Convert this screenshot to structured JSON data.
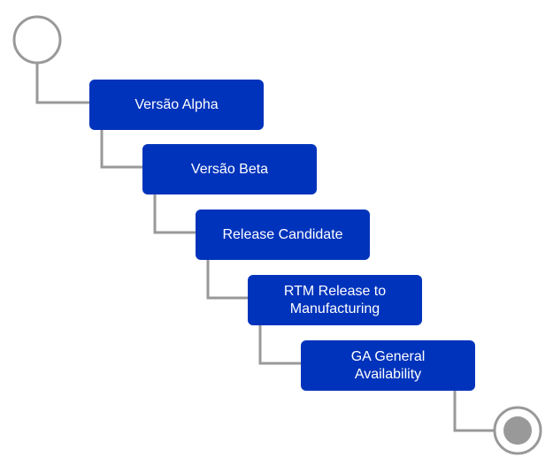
{
  "colors": {
    "stage_fill": "#0033bb",
    "stage_text": "#ffffff",
    "connector": "#999999",
    "end_node_fill": "#999999"
  },
  "stages": [
    {
      "label": "Versão Alpha"
    },
    {
      "label": "Versão Beta"
    },
    {
      "label": "Release Candidate"
    },
    {
      "label": "RTM Release to Manufacturing"
    },
    {
      "label": "GA General Availability"
    }
  ]
}
